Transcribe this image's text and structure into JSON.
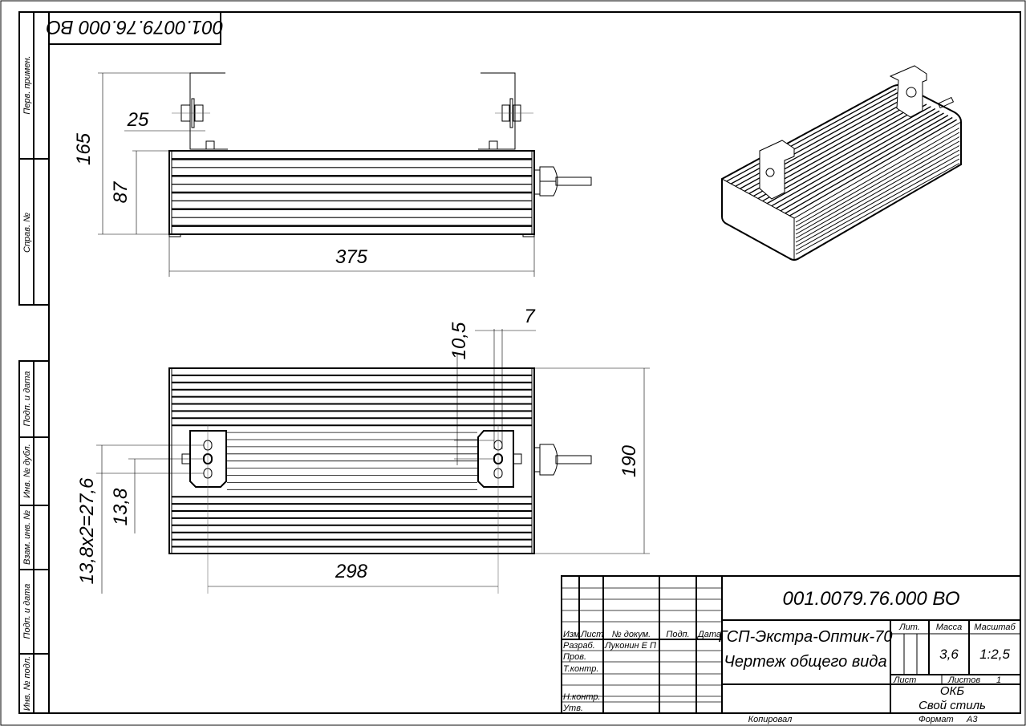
{
  "drawing": {
    "designation": "001.0079.76.000 ВО",
    "designation_rotated": "001.0079.76.000 ВО",
    "title_line1": "ГСП-Экстра-Оптик-70",
    "title_line2": "Чертеж общего вида",
    "mass": "3,6",
    "scale": "1:2,5",
    "sheets_count": "1",
    "organization_line1": "ОКБ",
    "organization_line2": "Свой стиль",
    "copied_label": "Копировал",
    "format_label": "Формат",
    "format_value": "А3"
  },
  "title_block": {
    "headers": {
      "izm": "Изм",
      "list": "Лист",
      "doc_no": "№ докум.",
      "sign": "Подп.",
      "date": "Дата",
      "lit": "Лит.",
      "mass": "Масса",
      "scale": "Масштаб",
      "sheet": "Лист",
      "sheets": "Листов"
    },
    "roles": [
      {
        "role": "Разраб.",
        "name": "Луконин Е П"
      },
      {
        "role": "Пров.",
        "name": ""
      },
      {
        "role": "Т.контр.",
        "name": ""
      },
      {
        "role": "",
        "name": ""
      },
      {
        "role": "Н.контр.",
        "name": ""
      },
      {
        "role": "Утв.",
        "name": ""
      }
    ]
  },
  "side_stamps": {
    "top": [
      "Перв. примен.",
      "Справ. №"
    ],
    "bottom": [
      "Подп. и дата",
      "Инв. № дубл.",
      "Взам. инв. №",
      "Подп. и дата",
      "Инв. № подл."
    ]
  },
  "dimensions": {
    "overall_height": "165",
    "body_height": "87",
    "bracket_offset": "25",
    "length": "375",
    "slot_width": "7",
    "slot_offset": "10,5",
    "width": "190",
    "hole_pitch_total": "13,8х2=27,6",
    "hole_pitch": "13,8",
    "mount_spacing": "298"
  }
}
